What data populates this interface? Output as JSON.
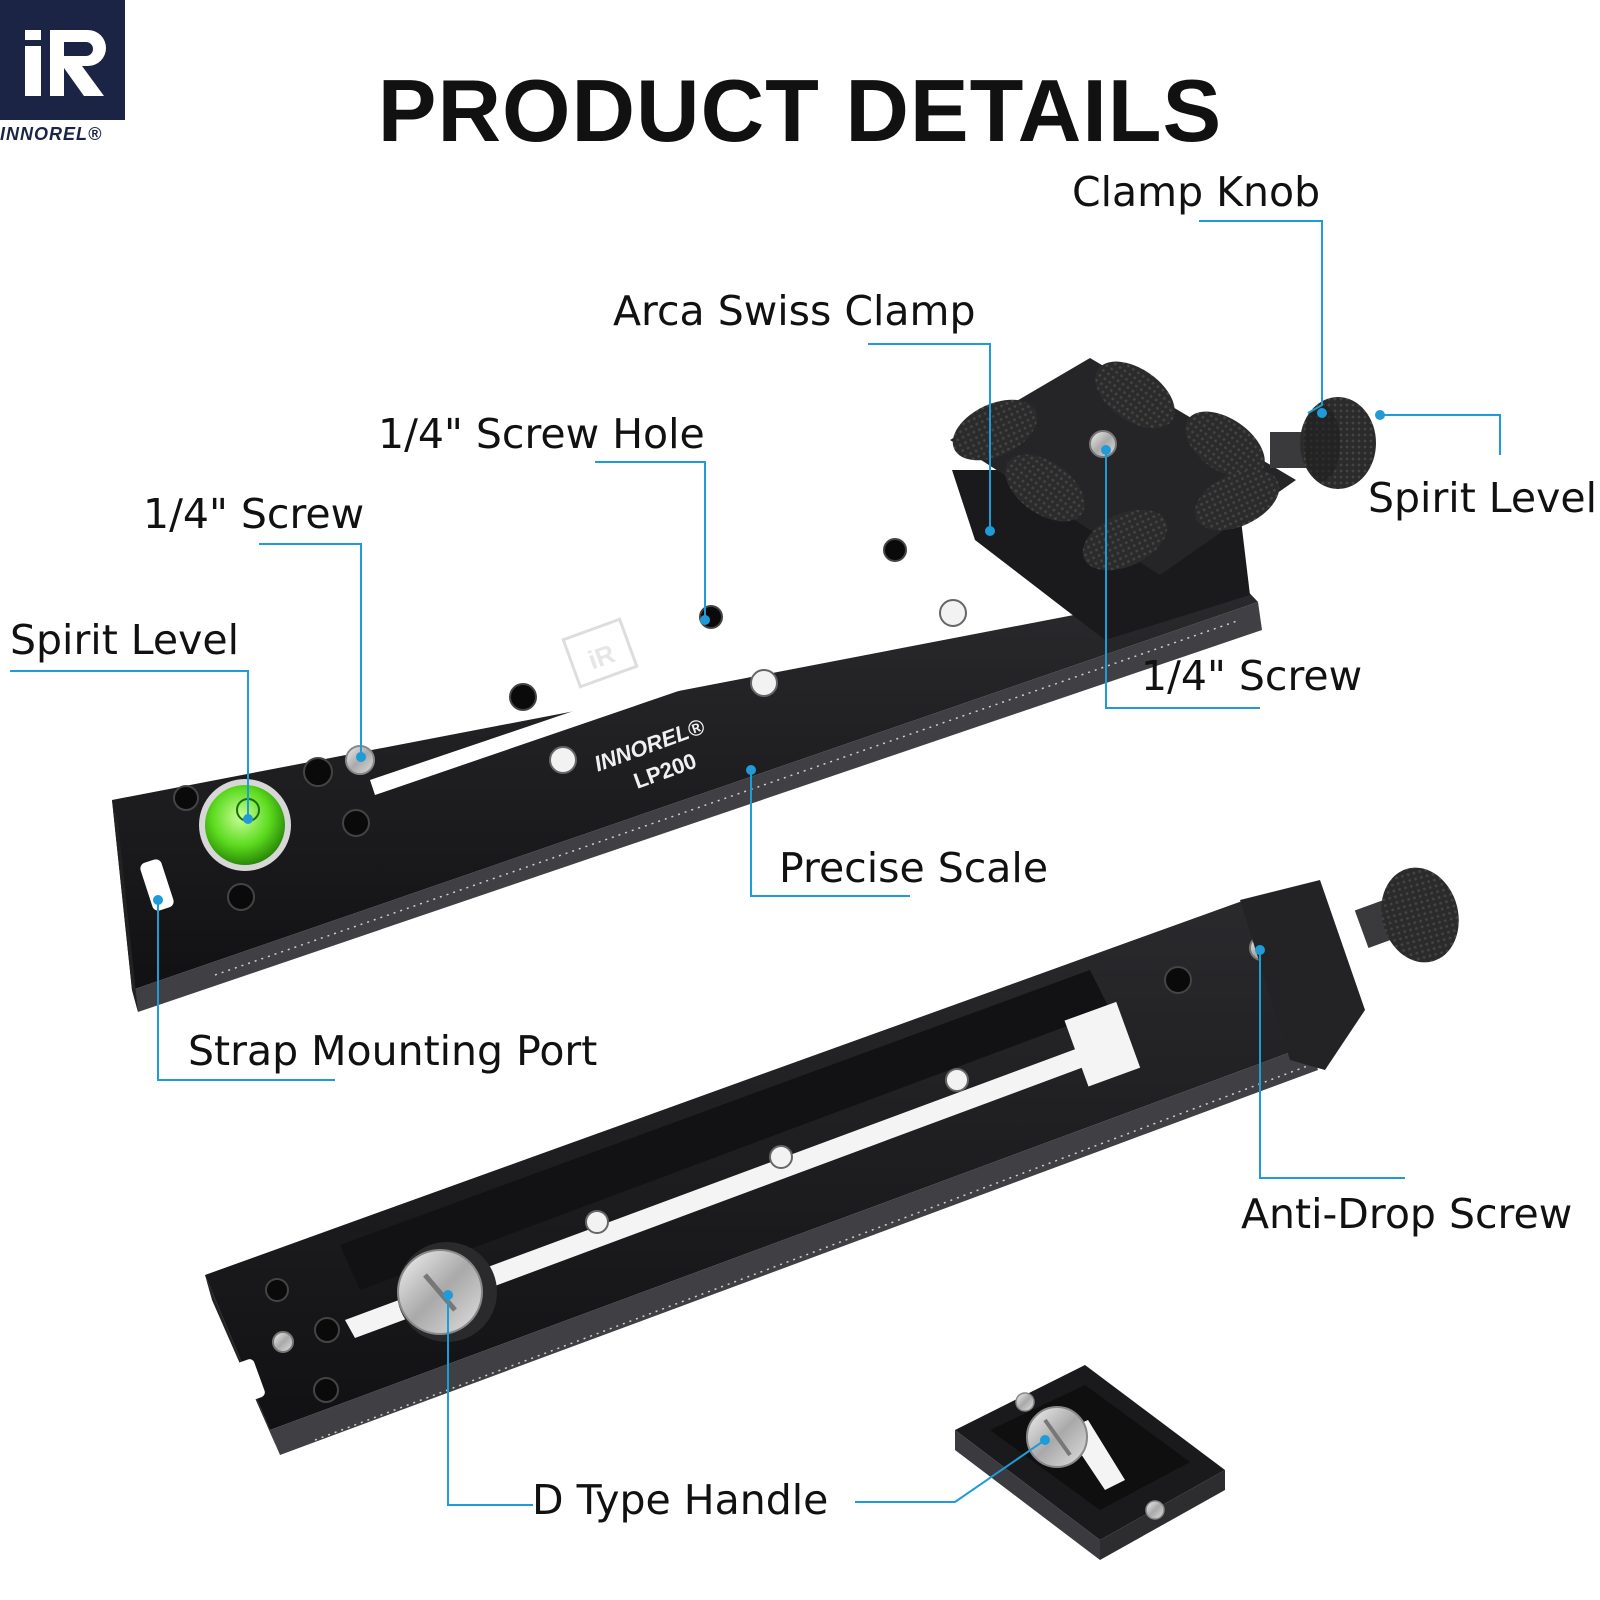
{
  "brand": {
    "logo_mark": "iR",
    "logo_text": "INNOREL®",
    "plate_brand": "INNOREL®",
    "model": "LP200"
  },
  "title": "PRODUCT DETAILS",
  "callouts": {
    "clamp_knob": "Clamp Knob",
    "arca_swiss_clamp": "Arca Swiss Clamp",
    "screw_hole": "1/4\" Screw Hole",
    "screw_top": "1/4\" Screw",
    "spirit_level_left": "Spirit Level",
    "spirit_level_right": "Spirit Level",
    "screw_right": "1/4\" Screw",
    "precise_scale": "Precise Scale",
    "strap_mounting_port": "Strap Mounting Port",
    "anti_drop_screw": "Anti-Drop Screw",
    "d_type_handle": "D Type Handle"
  },
  "colors": {
    "accent": "#1f9bd7",
    "logo_bg": "#1b2444",
    "level_green": "#5cdb1e",
    "rail": "#1c1c1e"
  },
  "icons": [
    "logo-icon",
    "spirit-level-icon",
    "knurled-knob-icon"
  ]
}
